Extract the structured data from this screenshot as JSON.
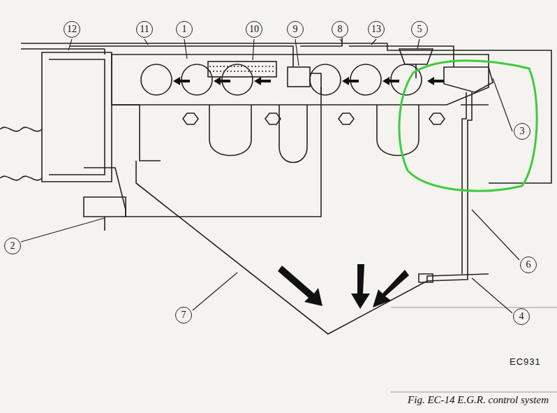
{
  "diagram": {
    "caption": "Fig. EC-14 E.G.R. control system",
    "labels": [
      "12",
      "11",
      "1",
      "10",
      "9",
      "8",
      "13",
      "5",
      "3",
      "2",
      "6",
      "7",
      "4",
      "EC931"
    ]
  }
}
